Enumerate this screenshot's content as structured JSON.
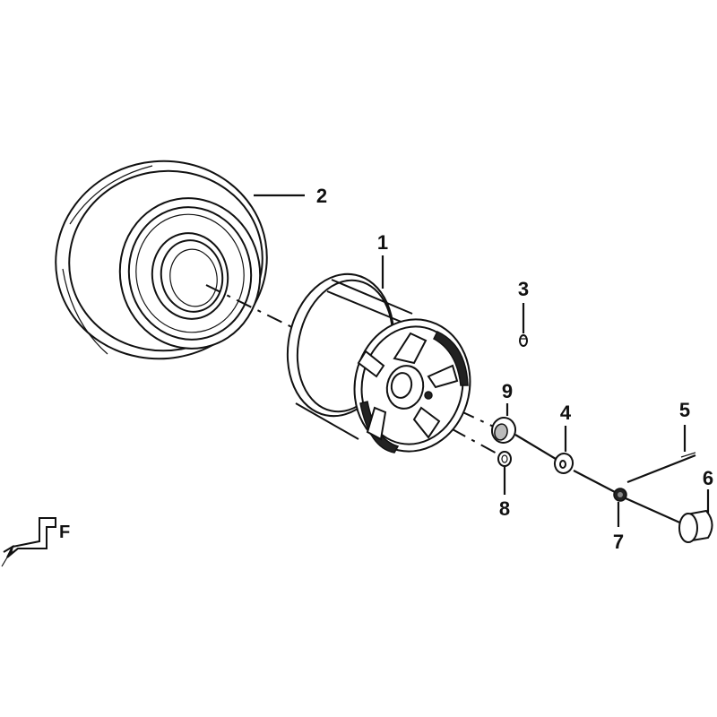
{
  "callouts": {
    "wheel_rim": "1",
    "tire": "2",
    "valve": "3",
    "washer": "4",
    "cotter_pin": "5",
    "hub_cap": "6",
    "castle_nut": "7",
    "nut": "8",
    "bushing": "9"
  },
  "orientation_marker": {
    "letter": "F"
  }
}
